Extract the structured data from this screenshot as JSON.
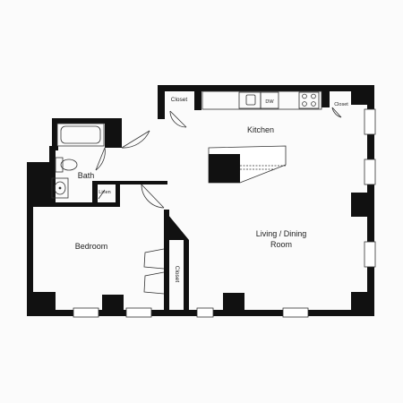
{
  "rooms": {
    "kitchen": "Kitchen",
    "bath": "Bath",
    "bedroom": "Bedroom",
    "living_line1": "Living / Dining",
    "living_line2": "Room"
  },
  "fixtures": {
    "closet_kitchen": "Closet",
    "closet_right": "Closet",
    "closet_bedroom": "Closet",
    "linen": "Linen",
    "dishwasher": "DW"
  },
  "colors": {
    "wall": "#111111",
    "line": "#333333",
    "window": "#ffffff",
    "background": "#fbfbfb"
  }
}
